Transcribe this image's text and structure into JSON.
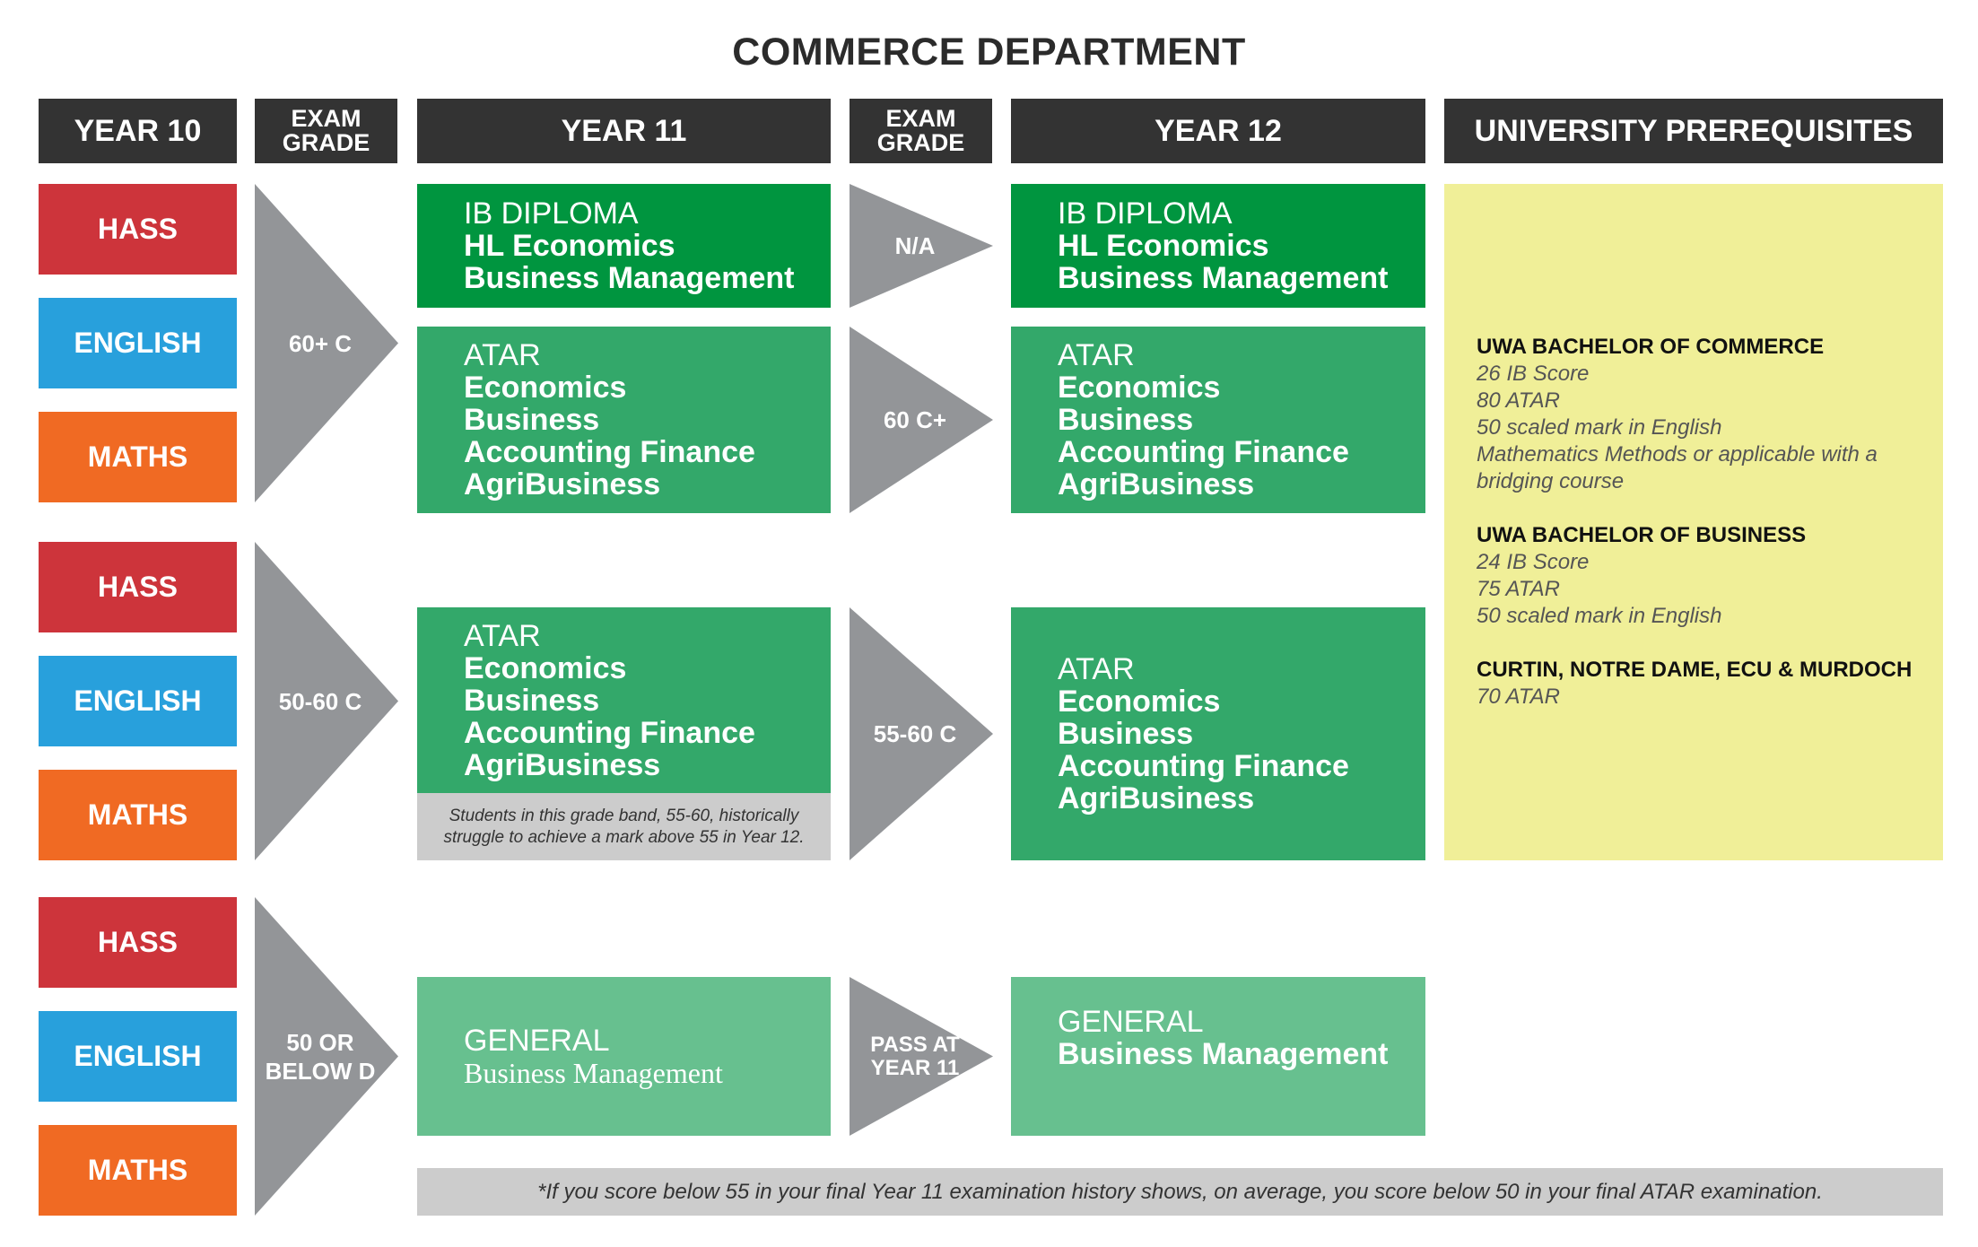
{
  "title": "COMMERCE DEPARTMENT",
  "headers": {
    "year10": "YEAR 10",
    "exam_grade_1_line1": "EXAM",
    "exam_grade_1_line2": "GRADE",
    "year11": "YEAR 11",
    "exam_grade_2_line1": "EXAM",
    "exam_grade_2_line2": "GRADE",
    "year12": "YEAR 12",
    "university": "UNIVERSITY PREREQUISITES"
  },
  "subjects": {
    "hass": "HASS",
    "english": "ENGLISH",
    "maths": "MATHS"
  },
  "year10_grades": {
    "band1": "60+ C",
    "band2": "50-60 C",
    "band3": "50 OR\nBELOW D"
  },
  "year11_grades": {
    "ib": "N/A",
    "atar_top": "60 C+",
    "atar_mid": "55-60 C",
    "general": "PASS AT\nYEAR 11"
  },
  "year11": {
    "ib": {
      "title": "IB DIPLOMA",
      "items": [
        "HL Economics",
        "Business Management"
      ]
    },
    "atar_top": {
      "title": "ATAR",
      "items": [
        "Economics",
        "Business",
        "Accounting Finance",
        "AgriBusiness"
      ]
    },
    "atar_mid": {
      "title": "ATAR",
      "items": [
        "Economics",
        "Business",
        "Accounting Finance",
        "AgriBusiness"
      ]
    },
    "atar_mid_note": "Students in this grade band, 55-60, historically struggle to achieve a mark above 55 in Year 12.",
    "general": {
      "title": "GENERAL",
      "items": [
        "Business Management"
      ]
    }
  },
  "year12": {
    "ib": {
      "title": "IB DIPLOMA",
      "items": [
        "HL Economics",
        "Business Management"
      ]
    },
    "atar_top": {
      "title": "ATAR",
      "items": [
        "Economics",
        "Business",
        "Accounting Finance",
        "AgriBusiness"
      ]
    },
    "atar_mid": {
      "title": "ATAR",
      "items": [
        "Economics",
        "Business",
        "Accounting Finance",
        "AgriBusiness"
      ]
    },
    "general": {
      "title": "GENERAL",
      "items": [
        "Business Management"
      ]
    }
  },
  "prerequisites": [
    {
      "university": "UWA BACHELOR OF COMMERCE",
      "requirements": [
        "26 IB Score",
        "80 ATAR",
        "50 scaled mark in English",
        "Mathematics Methods or applicable with a",
        "bridging course"
      ]
    },
    {
      "university": "UWA BACHELOR OF BUSINESS",
      "requirements": [
        "24 IB Score",
        "75 ATAR",
        "50 scaled mark in English"
      ]
    },
    {
      "university": "CURTIN, NOTRE DAME, ECU & MURDOCH",
      "requirements": [
        "70 ATAR"
      ]
    }
  ],
  "footnote": "*If you score below 55 in your final Year 11 examination history shows, on average, you score below 50 in your final ATAR examination.",
  "colors": {
    "header": "#333333",
    "hass": "#cd343b",
    "english": "#28a0dc",
    "maths": "#f06a23",
    "arrow": "#939598",
    "ib": "#00953f",
    "atar": "#33a86a",
    "general": "#67c08f",
    "prereq": "#f0ef98",
    "note": "#cccccc"
  }
}
